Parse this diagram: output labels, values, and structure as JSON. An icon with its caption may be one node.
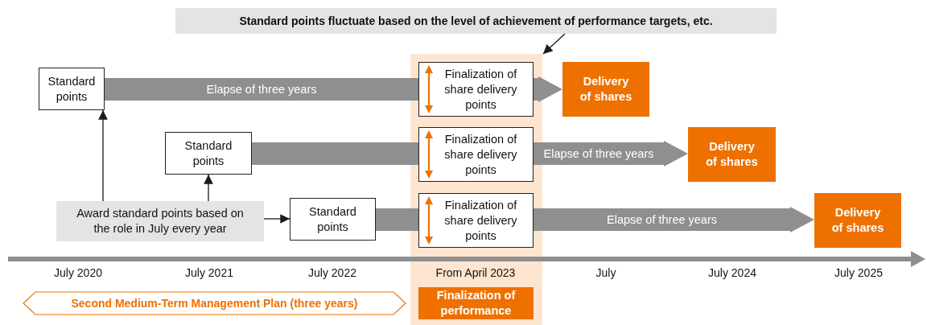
{
  "diagram": {
    "nodes": [
      {
        "text": [
          "Standard points fluctuate based on the level of achievement of performance targets, etc."
        ]
      },
      {
        "text": [],
        "shape": "band"
      },
      {
        "text": [
          "Standard points"
        ]
      },
      {
        "text": [
          "Finalization of share delivery points"
        ],
        "in": 1
      },
      {
        "text": [
          "Delivery of shares"
        ]
      },
      {
        "text": [
          "Standard points"
        ]
      },
      {
        "text": [
          "Finalization of share delivery points"
        ],
        "in": 1
      },
      {
        "text": [
          "Delivery of shares"
        ]
      },
      {
        "text": [
          "Award standard points based on the role in July every year"
        ]
      },
      {
        "text": [
          "Standard points"
        ]
      },
      {
        "text": [
          "Finalization of share delivery points"
        ],
        "in": 1
      },
      {
        "text": [
          "Delivery of shares"
        ]
      },
      {
        "text": [
          "Second Medium-Term Management Plan (three years)"
        ]
      },
      {
        "text": [
          "Finalization of performance"
        ],
        "in": 1
      }
    ],
    "edges": [
      {
        "from": 0,
        "to": 1,
        "arrow": "to",
        "color": "#1a1a1a"
      },
      {
        "from": 2,
        "to": 3,
        "arrow": "none",
        "style": "thick",
        "label": "Elapse of three years"
      },
      {
        "from": 3,
        "to": 4,
        "arrow": "to",
        "style": "thick"
      },
      {
        "from": 5,
        "to": 6,
        "arrow": "none",
        "style": "thick"
      },
      {
        "from": 6,
        "to": 7,
        "arrow": "to",
        "style": "thick",
        "label": "Elapse of three years"
      },
      {
        "from": 9,
        "to": 10,
        "arrow": "none",
        "style": "thick"
      },
      {
        "from": 10,
        "to": 11,
        "arrow": "to",
        "style": "thick",
        "label": "Elapse of three years"
      },
      {
        "from": 8,
        "to": 2,
        "arrow": "to",
        "color": "#1a1a1a"
      },
      {
        "from": 8,
        "to": 5,
        "arrow": "to",
        "color": "#1a1a1a"
      },
      {
        "from": 8,
        "to": 9,
        "arrow": "to",
        "color": "#1a1a1a"
      }
    ],
    "labels": [
      "July 2020",
      "July 2021",
      "July 2022",
      "From April 2023",
      "July",
      "July 2024",
      "July 2025"
    ]
  }
}
